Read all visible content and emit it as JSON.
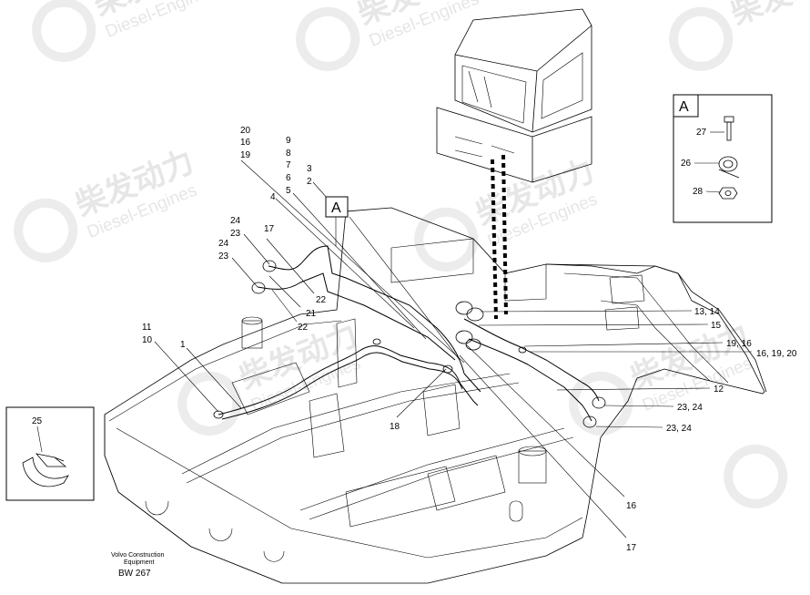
{
  "watermark": {
    "brand_cn": "柴发动力",
    "brand_en": "Diesel-Engines"
  },
  "detail_a": {
    "tag": "A",
    "parts": [
      "27",
      "26",
      "28"
    ]
  },
  "detail_25": {
    "part": "25"
  },
  "callout_a": "A",
  "labels": {
    "l20": "20",
    "l16a": "16",
    "l19": "19",
    "l9": "9",
    "l8": "8",
    "l7": "7",
    "l6": "6",
    "l5": "5",
    "l4": "4",
    "l3": "3",
    "l2": "2",
    "l24a": "24",
    "l23a": "23",
    "l24b": "24",
    "l23b": "23",
    "l17a": "17",
    "l22a": "22",
    "l21": "21",
    "l22b": "22",
    "l11": "11",
    "l10": "10",
    "l1": "1",
    "l18": "18",
    "l1314": "13, 14",
    "l15": "15",
    "l1916": "19, 16",
    "l161920": "16, 19, 20",
    "l12": "12",
    "l2324a": "23, 24",
    "l2324b": "23, 24",
    "l16b": "16",
    "l17b": "17"
  },
  "footer": {
    "line1": "Volvo Construction",
    "line2": "Equipment",
    "drawing_no": "BW 267"
  }
}
